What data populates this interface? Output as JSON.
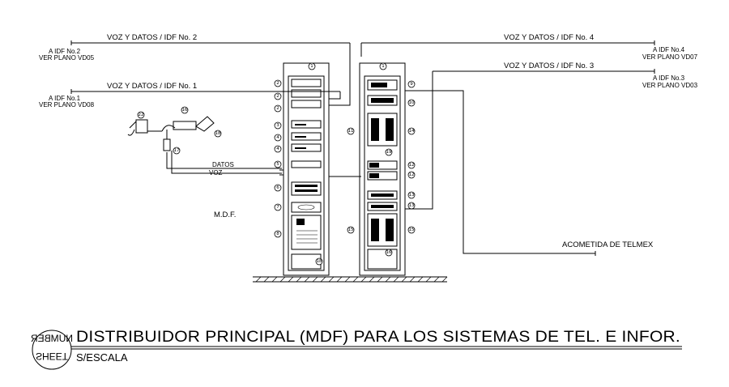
{
  "lines": {
    "idf2_label": "VOZ Y DATOS / IDF No. 2",
    "idf1_label": "VOZ Y DATOS / IDF No. 1",
    "idf4_label": "VOZ Y DATOS / IDF No. 4",
    "idf3_label": "VOZ Y DATOS / IDF No. 3",
    "datos": "DATOS",
    "voz": "VOZ"
  },
  "refs_left": {
    "idf2_a": "A IDF No.2",
    "idf2_b": "VER PLANO VD05",
    "idf1_a": "A IDF No.1",
    "idf1_b": "VER PLANO VD08"
  },
  "refs_right": {
    "idf4_a": "A IDF No.4",
    "idf4_b": "VER PLANO VD07",
    "idf3_a": "A IDF No.3",
    "idf3_b": "VER PLANO VD03"
  },
  "mdf_label": "M.D.F.",
  "acometida": "ACOMETIDA DE TELMEX",
  "title": {
    "main": "DISTRIBUIDOR PRINCIPAL (MDF) PARA LOS SISTEMAS DE TEL. E INFOR.",
    "scale": "S/ESCALA",
    "stamp_top": "NUMBER",
    "stamp_bottom": "SHEET"
  },
  "tags": {
    "left_rack": [
      "1",
      "2",
      "2",
      "2",
      "3",
      "4",
      "4",
      "5",
      "6",
      "7",
      "8",
      "18"
    ],
    "right_rack_top": "1",
    "right_rack": [
      "9",
      "10",
      "11",
      "14",
      "19",
      "12",
      "12",
      "13",
      "13",
      "15",
      "15",
      "16"
    ],
    "devices": [
      "22",
      "16",
      "18",
      "17"
    ]
  }
}
